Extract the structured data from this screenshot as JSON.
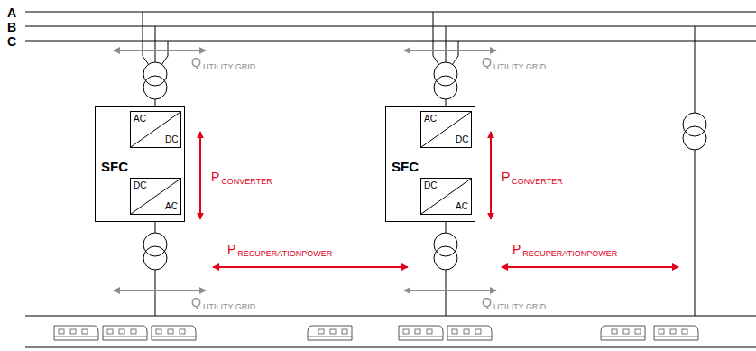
{
  "diagram": {
    "nodes": [
      {
        "text": [
          "SFC"
        ]
      },
      {
        "text": [
          "AC",
          "DC"
        ],
        "in": 0
      },
      {
        "text": [
          "DC",
          "AC"
        ],
        "in": 0
      },
      {
        "text": [
          "SFC"
        ]
      },
      {
        "text": [
          "AC",
          "DC"
        ],
        "in": 3
      },
      {
        "text": [
          "DC",
          "AC"
        ],
        "in": 3
      }
    ],
    "edges": [
      {
        "from": 1,
        "to": 2,
        "arrow": "none"
      },
      {
        "from": 4,
        "to": 5,
        "arrow": "none"
      }
    ],
    "labels": [
      "A",
      "B",
      "C",
      "Q",
      "UTILITY GRID",
      "P",
      "CONVERTER",
      "Q",
      "UTILITY GRID",
      "P",
      "RECUPERATIONPOWER",
      "Q",
      "UTILITY GRID",
      "P",
      "CONVERTER",
      "Q",
      "UTILITY GRID",
      "P",
      "RECUPERATIONPOWER"
    ]
  }
}
